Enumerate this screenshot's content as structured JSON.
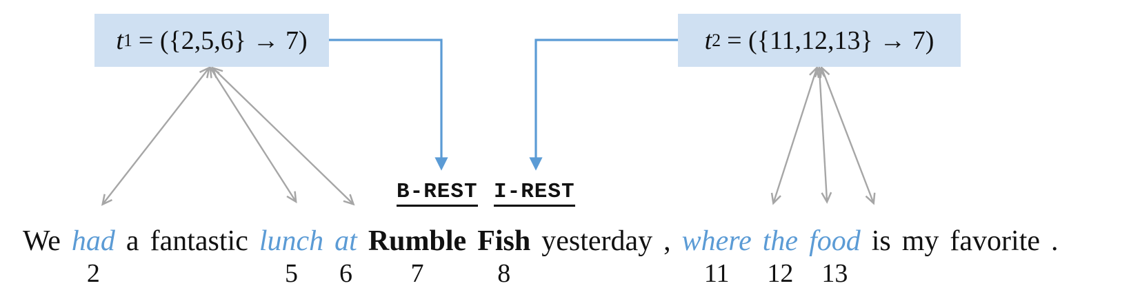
{
  "colors": {
    "accent_blue": "#5b9bd5",
    "box_fill": "#cfe0f2",
    "arrow_gray": "#a6a6a6",
    "text_black": "#111111"
  },
  "tuples": [
    {
      "var": "t",
      "sub": "1",
      "expr": "= ({2,5,6} → 7)"
    },
    {
      "var": "t",
      "sub": "2",
      "expr": "= ({11,12,13} → 7)"
    }
  ],
  "tags": {
    "b_tag": "B-REST",
    "i_tag": "I-REST"
  },
  "sentence": {
    "tokens": [
      {
        "text": "We"
      },
      {
        "text": "had",
        "style": "trigger",
        "index": "2"
      },
      {
        "text": "a"
      },
      {
        "text": "fantastic"
      },
      {
        "text": "lunch",
        "style": "trigger",
        "index": "5"
      },
      {
        "text": "at",
        "style": "trigger",
        "index": "6"
      },
      {
        "text": "Rumble",
        "style": "entity",
        "index": "7"
      },
      {
        "text": "Fish",
        "style": "entity",
        "index": "8"
      },
      {
        "text": "yesterday"
      },
      {
        "text": ","
      },
      {
        "text": "where",
        "style": "trigger",
        "index": "11"
      },
      {
        "text": "the",
        "style": "trigger",
        "index": "12"
      },
      {
        "text": "food",
        "style": "trigger",
        "index": "13"
      },
      {
        "text": "is"
      },
      {
        "text": "my"
      },
      {
        "text": "favorite"
      },
      {
        "text": "."
      }
    ]
  }
}
